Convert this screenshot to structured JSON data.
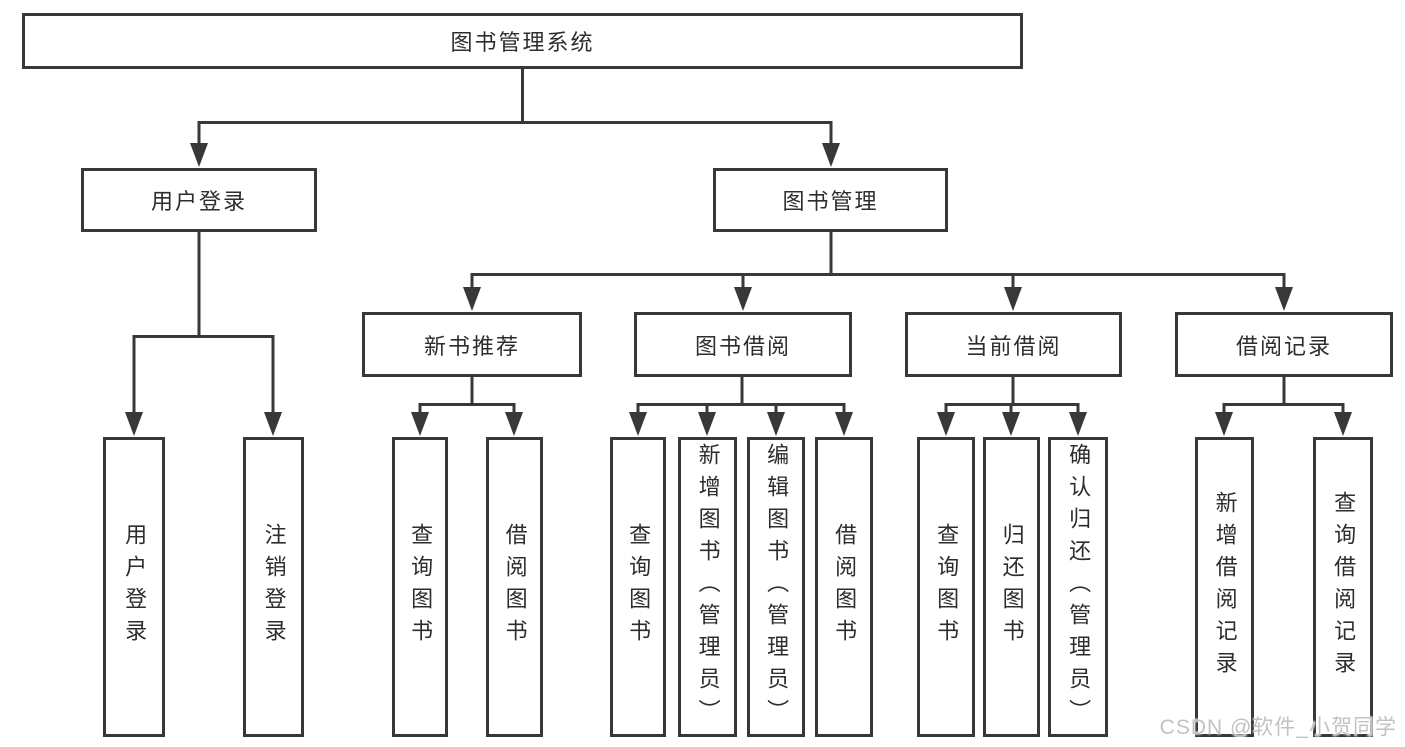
{
  "tree": {
    "root": "图书管理系统",
    "branches": [
      {
        "label": "用户登录",
        "children": [
          {
            "label": "用户登录"
          },
          {
            "label": "注销登录"
          }
        ]
      },
      {
        "label": "图书管理",
        "children": [
          {
            "label": "新书推荐",
            "children": [
              {
                "label": "查询图书"
              },
              {
                "label": "借阅图书"
              }
            ]
          },
          {
            "label": "图书借阅",
            "children": [
              {
                "label": "查询图书"
              },
              {
                "label": "新增图书（管理员）"
              },
              {
                "label": "编辑图书（管理员）"
              },
              {
                "label": "借阅图书"
              }
            ]
          },
          {
            "label": "当前借阅",
            "children": [
              {
                "label": "查询图书"
              },
              {
                "label": "归还图书"
              },
              {
                "label": "确认归还（管理员）"
              }
            ]
          },
          {
            "label": "借阅记录",
            "children": [
              {
                "label": "新增借阅记录"
              },
              {
                "label": "查询借阅记录"
              }
            ]
          }
        ]
      }
    ]
  },
  "watermark": {
    "text": "CSDN @软件_小贺同学"
  },
  "colors": {
    "line": "#383838",
    "text": "#2d2d2d",
    "watermark": "#c2c2c2",
    "background": "#ffffff"
  }
}
